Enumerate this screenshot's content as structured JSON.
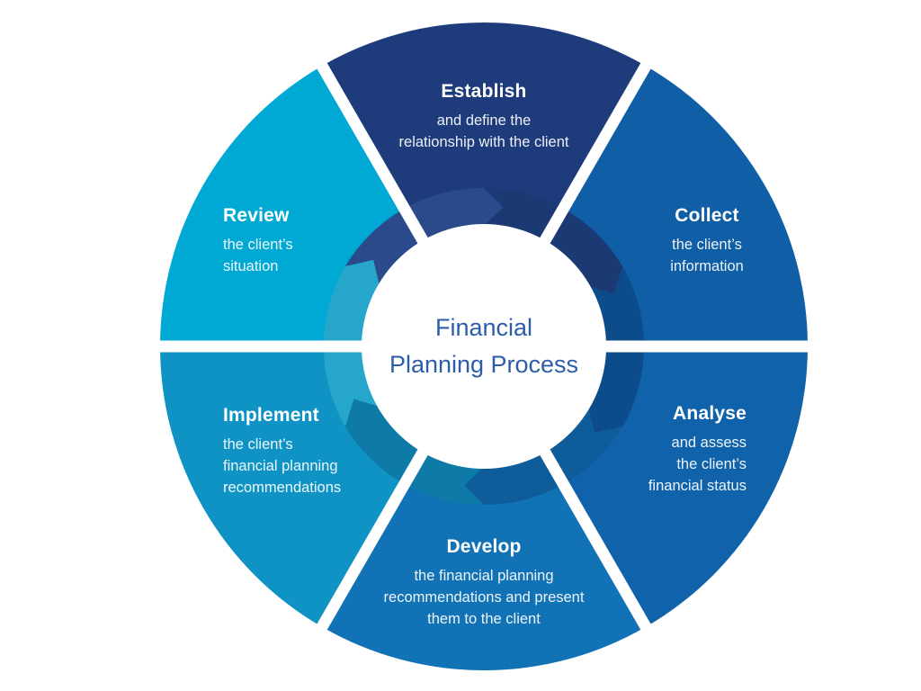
{
  "diagram": {
    "center": {
      "line1": "Financial",
      "line2": "Planning Process",
      "text_color": "#2d5da9"
    },
    "segments": [
      {
        "id": "establish",
        "heading": "Establish",
        "lines": [
          "and define the",
          "relationship with the client"
        ],
        "color": "#1e3c7c"
      },
      {
        "id": "collect",
        "heading": "Collect",
        "lines": [
          "the client’s",
          "information"
        ],
        "color": "#0f5ea6"
      },
      {
        "id": "analyse",
        "heading": "Analyse",
        "lines": [
          "and assess",
          "the client’s",
          "financial status"
        ],
        "color": "#1063aa"
      },
      {
        "id": "develop",
        "heading": "Develop",
        "lines": [
          "the financial planning",
          "recommendations and present",
          "them to the client"
        ],
        "color": "#1173b6"
      },
      {
        "id": "implement",
        "heading": "Implement",
        "lines": [
          "the client’s",
          "financial planning",
          "recommendations"
        ],
        "color": "#0f93c4"
      },
      {
        "id": "review",
        "heading": "Review",
        "lines": [
          "the client’s",
          "situation"
        ],
        "color": "#00a9d4"
      }
    ],
    "ring_arcs": [
      {
        "id": "arc-review-to-establish",
        "color": "#2b4a8c"
      },
      {
        "id": "arc-establish-to-collect",
        "color": "#1b3973"
      },
      {
        "id": "arc-collect-to-analyse",
        "color": "#0d4c8a"
      },
      {
        "id": "arc-analyse-to-develop",
        "color": "#0e5c9a"
      },
      {
        "id": "arc-develop-to-implement",
        "color": "#0d7aa8"
      },
      {
        "id": "arc-implement-to-review",
        "color": "#27a6cc"
      }
    ],
    "divider_color": "#ffffff",
    "center_circle_color": "#ffffff"
  }
}
